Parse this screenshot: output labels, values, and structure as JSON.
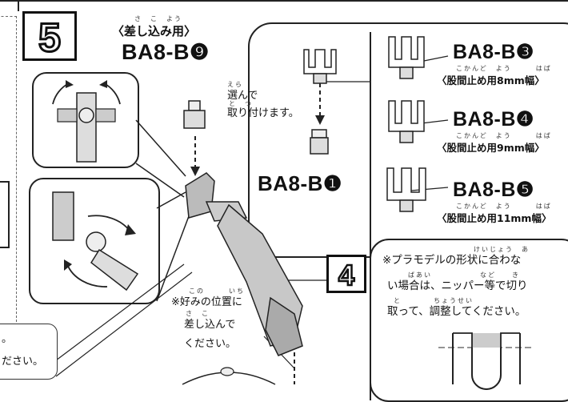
{
  "step": {
    "number": "5",
    "sub_number": "4"
  },
  "insert_part": {
    "ruby": "さ　こ　よう",
    "label": "〈差し込み用〉",
    "code": "BA8-B❾"
  },
  "choose_note": {
    "ruby": "えら",
    "ruby2": "と　つ",
    "line1": "選んで",
    "line2": "取り付けます。"
  },
  "base_part": {
    "code": "BA8-B❶"
  },
  "variants": [
    {
      "code": "BA8-B❸",
      "ruby": "こかんど　よう　　　はば",
      "label": "〈股間止め用8mm幅〉"
    },
    {
      "code": "BA8-B❹",
      "ruby": "こかんど　よう　　　はば",
      "label": "〈股間止め用9mm幅〉"
    },
    {
      "code": "BA8-B❺",
      "ruby": "こかんど　よう　　　はば",
      "label": "〈股間止め用11mm幅〉"
    }
  ],
  "position_note": {
    "ruby": "この　　　いち",
    "line1": "※好みの位置に",
    "ruby2": "さ　こ",
    "line2": "差し込んで",
    "line3": "ください。"
  },
  "fit_note": {
    "ruby1": "けいじょう　あ",
    "line1": "※プラモデルの形状に合わな",
    "ruby2": "ばあい　　　　　　など　　き",
    "line2": "い場合は、ニッパー等で切り",
    "ruby3": "と　　　　ちょうせい",
    "line3": "取って、調整してください。"
  },
  "cut_callout": {
    "line1": "。",
    "line2": "ださい。"
  }
}
